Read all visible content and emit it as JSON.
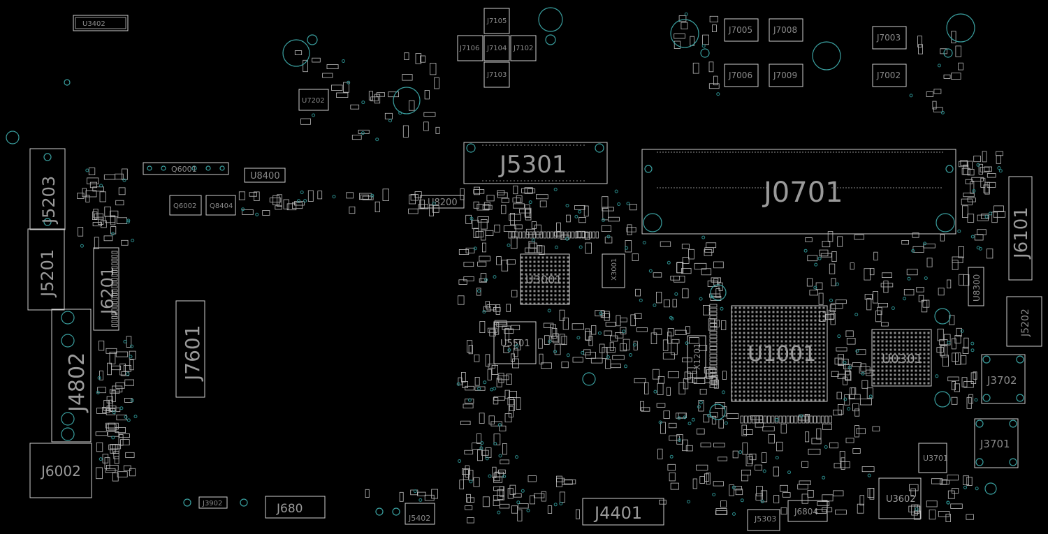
{
  "board": {
    "colors": {
      "background": "#000000",
      "outline": "#cfcfcf",
      "via": "#2a8a8a",
      "label": "#9a9a9a"
    },
    "labels": {
      "J5203": "J5203",
      "J5201": "J5201",
      "J6201": "J6201",
      "J4802": "J4802",
      "J6002": "J6002",
      "J7601": "J7601",
      "J5301": "J5301",
      "J0701": "J0701",
      "J6101": "J6101",
      "J5202": "J5202",
      "J3702": "J3702",
      "J3701": "J3701",
      "J4401": "J4401",
      "J6801": "J680",
      "J3902": "J3902",
      "J5402": "J5402",
      "J5303": "J5303",
      "J6804": "J6804",
      "U1001": "U1001",
      "U0301": "U0301",
      "U3001": "U3001",
      "U5501": "U5501",
      "U3602": "U3602",
      "U3701": "U3701",
      "U7202": "U7202",
      "U8400": "U8400",
      "U8200": "U8200",
      "U8300": "U8300",
      "Q6001": "Q6001",
      "Q6002": "Q6002",
      "Q8404": "Q8404",
      "X1201": "X1201",
      "X3001": "X3001",
      "J7105": "J7105",
      "J7106": "J7106",
      "J7104": "J7104",
      "J7102": "J7102",
      "J7103": "J7103",
      "J7005": "J7005",
      "J7008": "J7008",
      "J7006": "J7006",
      "J7009": "J7009",
      "J7003": "J7003",
      "J7002": "J7002",
      "U3402": "U3402"
    }
  }
}
